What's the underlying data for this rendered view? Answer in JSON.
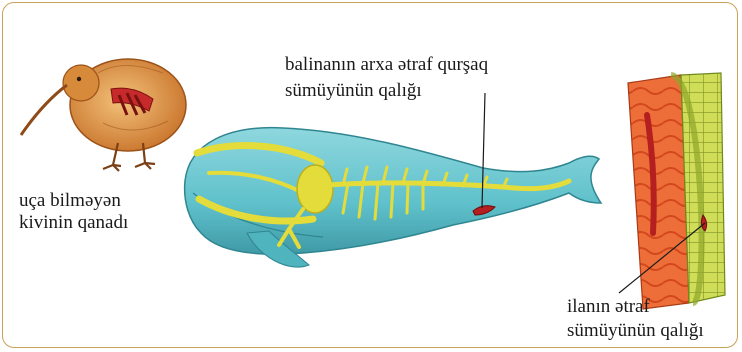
{
  "labels": {
    "whale_pelvis_line1": "balinanın arxa ətraf qurşaq",
    "whale_pelvis_line2": "sümüyünün qalığı",
    "kiwi_line1": "uça bilməyən",
    "kiwi_line2": "kivinin qanadı",
    "snake_line1": "ilanın ətraf",
    "snake_line2": "sümüyünün qalığı"
  },
  "colors": {
    "frame_border": "#c9a15a",
    "whale_body": "#66c6cf",
    "bone": "#e3dc3a",
    "rudiment": "#b51f1f",
    "kiwi_body": "#e19a4a",
    "snake_muscle": "#ec6a37",
    "snake_spine": "#c7d94f"
  }
}
